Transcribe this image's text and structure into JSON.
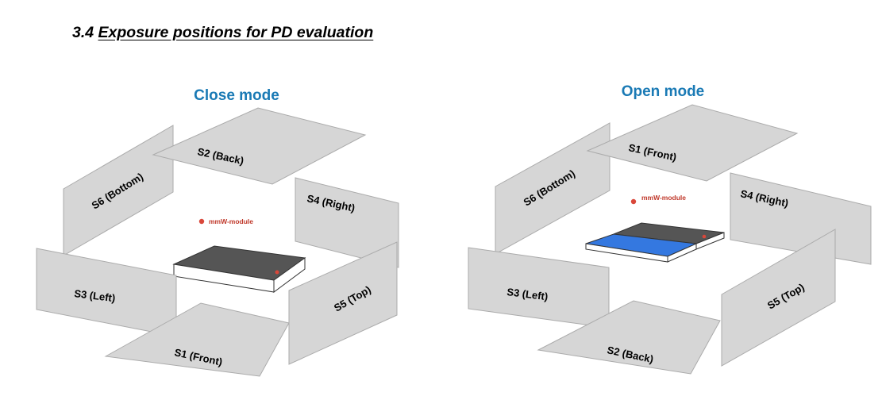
{
  "section": {
    "number": "3.4",
    "title": "Exposure positions for PD evaluation"
  },
  "colors": {
    "mode_title": "#1a7ab5",
    "panel_fill": "#d6d6d6",
    "panel_stroke": "#ababab",
    "module_marker": "#d9473a",
    "device_dark": "#555555",
    "device_screen": "#3478e0"
  },
  "close_mode": {
    "title": "Close mode",
    "module_label": "mmW-module",
    "surfaces": {
      "top_back": "S2 (Back)",
      "back_left": "S6 (Bottom)",
      "back_right": "S4 (Right)",
      "front_left": "S3 (Left)",
      "front_right": "S5 (Top)",
      "bottom_front": "S1 (Front)"
    }
  },
  "open_mode": {
    "title": "Open mode",
    "module_label": "mmW-module",
    "surfaces": {
      "top_back": "S1 (Front)",
      "back_left": "S6 (Bottom)",
      "back_right": "S4 (Right)",
      "front_left": "S3 (Left)",
      "front_right": "S5 (Top)",
      "bottom_front": "S2 (Back)"
    }
  }
}
